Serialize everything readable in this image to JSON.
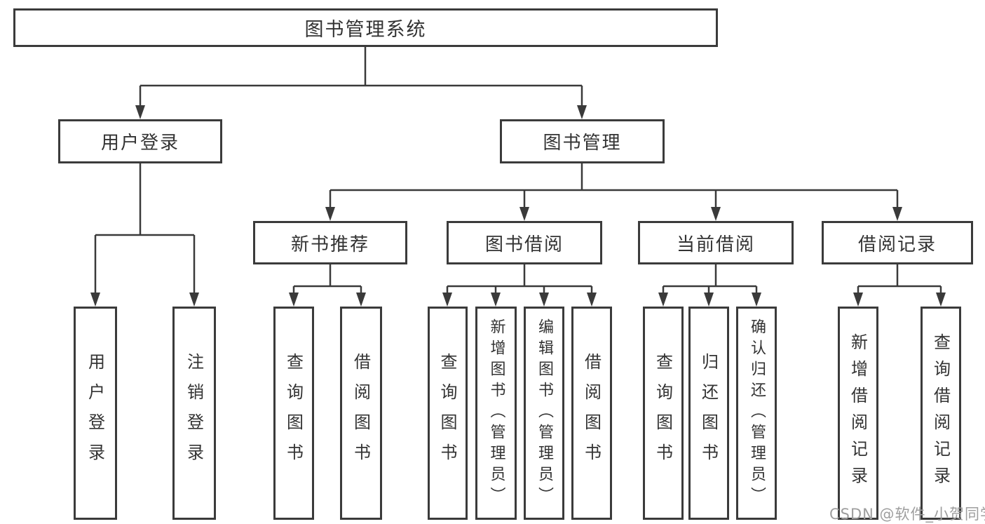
{
  "diagram": {
    "type": "hierarchy-tree",
    "title": "图书管理系统",
    "nodes": {
      "root": {
        "label": "图书管理系统"
      },
      "user_login": {
        "label": "用户登录"
      },
      "book_mgmt": {
        "label": "图书管理"
      },
      "new_books": {
        "label": "新书推荐"
      },
      "book_borrow": {
        "label": "图书借阅"
      },
      "current_borrow": {
        "label": "当前借阅"
      },
      "borrow_records": {
        "label": "借阅记录"
      },
      "leaf_user_login": {
        "label": "用户登录"
      },
      "leaf_logout": {
        "label": "注销登录"
      },
      "leaf_nb_query": {
        "label": "查询图书"
      },
      "leaf_nb_borrow": {
        "label": "借阅图书"
      },
      "leaf_bb_query": {
        "label": "查询图书"
      },
      "leaf_bb_add": {
        "label": "新增图书（管理员）"
      },
      "leaf_bb_edit": {
        "label": "编辑图书（管理员）"
      },
      "leaf_bb_borrow": {
        "label": "借阅图书"
      },
      "leaf_cb_query": {
        "label": "查询图书"
      },
      "leaf_cb_return": {
        "label": "归还图书"
      },
      "leaf_cb_confirm": {
        "label": "确认归还（管理员）"
      },
      "leaf_br_add": {
        "label": "新增借阅记录"
      },
      "leaf_br_query": {
        "label": "查询借阅记录"
      }
    },
    "edges": [
      [
        "root",
        "user_login"
      ],
      [
        "root",
        "book_mgmt"
      ],
      [
        "user_login",
        "leaf_user_login"
      ],
      [
        "user_login",
        "leaf_logout"
      ],
      [
        "book_mgmt",
        "new_books"
      ],
      [
        "book_mgmt",
        "book_borrow"
      ],
      [
        "book_mgmt",
        "current_borrow"
      ],
      [
        "book_mgmt",
        "borrow_records"
      ],
      [
        "new_books",
        "leaf_nb_query"
      ],
      [
        "new_books",
        "leaf_nb_borrow"
      ],
      [
        "book_borrow",
        "leaf_bb_query"
      ],
      [
        "book_borrow",
        "leaf_bb_add"
      ],
      [
        "book_borrow",
        "leaf_bb_edit"
      ],
      [
        "book_borrow",
        "leaf_bb_borrow"
      ],
      [
        "current_borrow",
        "leaf_cb_query"
      ],
      [
        "current_borrow",
        "leaf_cb_return"
      ],
      [
        "current_borrow",
        "leaf_cb_confirm"
      ],
      [
        "borrow_records",
        "leaf_br_add"
      ],
      [
        "borrow_records",
        "leaf_br_query"
      ]
    ]
  },
  "watermark": "CSDN @软件_小贺同学",
  "colors": {
    "line": "#3a3a3a",
    "box_border": "#3b3b3b",
    "text": "#333333",
    "watermark": "#9e9e9e",
    "background": "#ffffff"
  }
}
